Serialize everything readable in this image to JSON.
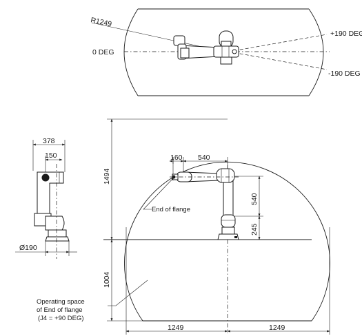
{
  "top_view": {
    "radius_label": "R1249",
    "angle_zero": "0 DEG",
    "angle_plus": "+190 DEG",
    "angle_minus": "-190 DEG"
  },
  "side_view": {
    "width_label": "378",
    "offset_label": "150",
    "base_diameter": "Ø190"
  },
  "front_view": {
    "dim_flange_offset": "160",
    "dim_upper_arm": "540",
    "dim_vertical_arm": "540",
    "dim_base_height": "245",
    "dim_total_height": "1494",
    "dim_below_base": "1004",
    "dim_left_radius": "1249",
    "dim_right_radius": "1249",
    "flange_label": "End of flange",
    "operating_note_1": "Operating space",
    "operating_note_2": "of End of flange",
    "operating_note_3": "(J4 = +90 DEG)"
  }
}
